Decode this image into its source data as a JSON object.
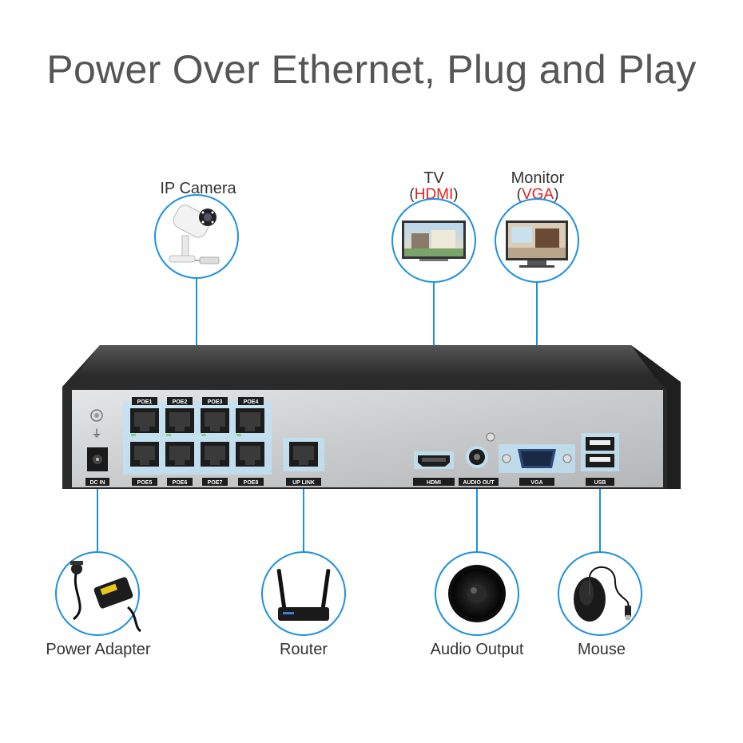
{
  "headline": "Power Over Ethernet, Plug and Play",
  "devices": {
    "ip_camera": "IP Camera",
    "tv": {
      "title": "TV",
      "open": "(",
      "interface": "HDMI",
      "close": ")"
    },
    "monitor": {
      "title": "Monitor",
      "open": "(",
      "interface": "VGA",
      "close": ")"
    },
    "power_adapter": "Power Adapter",
    "router": "Router",
    "audio_output": "Audio Output",
    "mouse": "Mouse"
  },
  "ports": {
    "poe": [
      "POE1",
      "POE2",
      "POE3",
      "POE4",
      "POE5",
      "POE6",
      "POE7",
      "POE8"
    ],
    "dc_in": "DC IN",
    "uplink": "UP LINK",
    "hdmi": "HDMI",
    "audio_out": "AUDIO OUT",
    "vga": "VGA",
    "usb": "USB"
  },
  "colors": {
    "connector_line": "#1e90e0",
    "interface_red": "#e02020",
    "chassis_top": "#3a3a3a",
    "chassis_panel": "#c8cacc",
    "highlight": "#bfe3f7"
  }
}
